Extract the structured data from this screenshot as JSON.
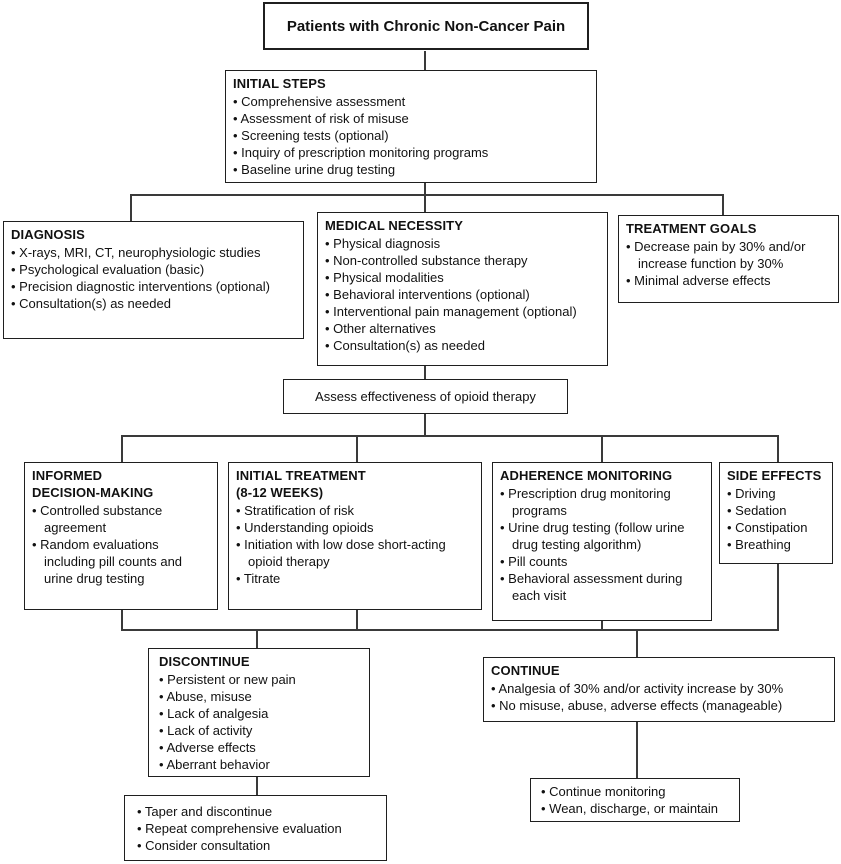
{
  "colors": {
    "background": "#ffffff",
    "text": "#111111",
    "box_border": "#1f1f1f",
    "connector_line": "#3a3a3a"
  },
  "boxes": {
    "patients": {
      "title": "Patients with Chronic Non-Cancer Pain"
    },
    "initial_steps": {
      "heading": "INITIAL STEPS",
      "items": [
        "Comprehensive assessment",
        "Assessment of risk of misuse",
        "Screening tests (optional)",
        "Inquiry of prescription monitoring programs",
        "Baseline urine drug testing"
      ]
    },
    "diagnosis": {
      "heading": "DIAGNOSIS",
      "items": [
        "X-rays, MRI, CT, neurophysiologic studies",
        "Psychological evaluation (basic)",
        {
          "text": "Precision diagnostic interventions (optional)",
          "plain_wrap": true
        },
        "Consultation(s) as needed"
      ]
    },
    "medical_necessity": {
      "heading": "MEDICAL NECESSITY",
      "items": [
        "Physical diagnosis",
        "Non-controlled substance therapy",
        "Physical modalities",
        "Behavioral interventions (optional)",
        "Interventional pain management (optional)",
        "Other alternatives",
        "Consultation(s) as needed"
      ]
    },
    "treatment_goals": {
      "heading": "TREATMENT GOALS",
      "items": [
        "Decrease pain by 30% and/or increase function by 30%",
        "Minimal adverse effects"
      ]
    },
    "assess": {
      "text": "Assess effectiveness of opioid therapy"
    },
    "informed": {
      "heading_lines": [
        "INFORMED",
        "DECISION-MAKING"
      ],
      "items": [
        "Controlled substance agreement",
        "Random evaluations including pill counts and urine drug testing"
      ]
    },
    "initial_treatment": {
      "heading_lines": [
        "INITIAL TREATMENT",
        "(8-12 WEEKS)"
      ],
      "items": [
        "Stratification of risk",
        "Understanding opioids",
        "Initiation with low dose short-acting opioid therapy",
        "Titrate"
      ]
    },
    "adherence": {
      "heading": "ADHERENCE MONITORING",
      "items": [
        "Prescription drug monitoring programs",
        "Urine drug testing (follow urine drug testing algorithm)",
        "Pill counts",
        "Behavioral assessment during each visit"
      ]
    },
    "side_effects": {
      "heading": "SIDE EFFECTS",
      "items": [
        "Driving",
        "Sedation",
        "Constipation",
        "Breathing"
      ]
    },
    "discontinue": {
      "heading": "DISCONTINUE",
      "items": [
        "Persistent or new pain",
        "Abuse, misuse",
        "Lack of analgesia",
        "Lack of activity",
        "Adverse effects",
        "Aberrant behavior"
      ]
    },
    "continue": {
      "heading": "CONTINUE",
      "items": [
        "Analgesia of 30% and/or activity increase by 30%",
        "No misuse, abuse, adverse effects (manageable)"
      ]
    },
    "taper": {
      "items": [
        "Taper and discontinue",
        "Repeat comprehensive evaluation",
        "Consider consultation"
      ]
    },
    "wean": {
      "items": [
        "Continue monitoring",
        "Wean, discharge, or maintain"
      ]
    }
  }
}
